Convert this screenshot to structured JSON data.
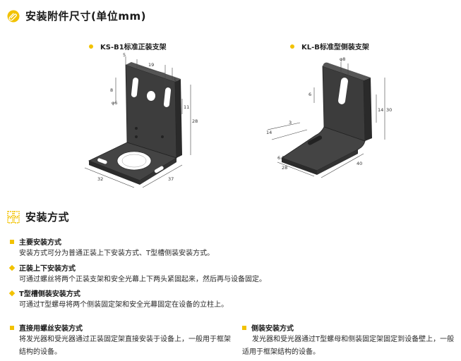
{
  "section1": {
    "title": "安装附件尺寸(单位mm)",
    "icon": "paperclip-icon"
  },
  "bracket1": {
    "caption": "KS-B1标准正装支架",
    "dims": [
      "5",
      "19",
      "5",
      "8",
      "11",
      "φ6",
      "28",
      "32",
      "37"
    ]
  },
  "bracket2": {
    "caption": "KL-B标准型侧装支架",
    "dims": [
      "φ8",
      "6",
      "14",
      "30",
      "14",
      "3",
      "6.5",
      "28",
      "40"
    ]
  },
  "section2": {
    "title": "安装方式",
    "icon": "grid-icon"
  },
  "methods": {
    "main_title": "主要安装方式",
    "main_text": "安装方式可分为普通正装上下安装方式、T型槽侧装安装方式。",
    "front_title": "正装上下安装方式",
    "front_text": "可通过螺丝将两个正装支架和安全光幕上下两头紧固起来，然后再与设备固定。",
    "tslot_title": "T型槽侧装安装方式",
    "tslot_text": "可通过T型螺母将两个侧装固定架和安全光幕固定在设备的立柱上。",
    "direct_title": "直接用螺丝安装方式",
    "direct_text": "将发光器和受光器通过正装固定架直接安装于设备上，一般用于框架结构的设备。",
    "side_title": "侧装安装方式",
    "side_text": "发光器和受光器通过T型螺母和侧装固定架固定到设备壁上，一般适用于框架结构的设备。"
  },
  "colors": {
    "accent": "#f2c200",
    "bracket": "#3a3a3a"
  }
}
